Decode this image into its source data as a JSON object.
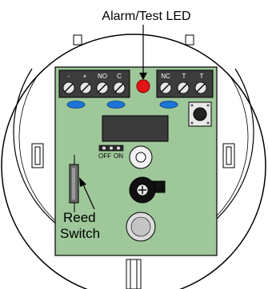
{
  "labels": {
    "led": "Alarm/Test LED",
    "reed_line1": "Reed",
    "reed_line2": "Switch",
    "jumper_off": "OFF",
    "jumper_on": "ON"
  },
  "terminals_left": [
    "-",
    "+",
    "NO",
    "C"
  ],
  "terminals_right": [
    "NC",
    "T",
    "T"
  ],
  "colors": {
    "pcb": "#9ec79a",
    "led": "#e51414",
    "indicator": "#1b74d6",
    "terminal_block": "#3c3c3c",
    "display": "#3a3a3a"
  }
}
